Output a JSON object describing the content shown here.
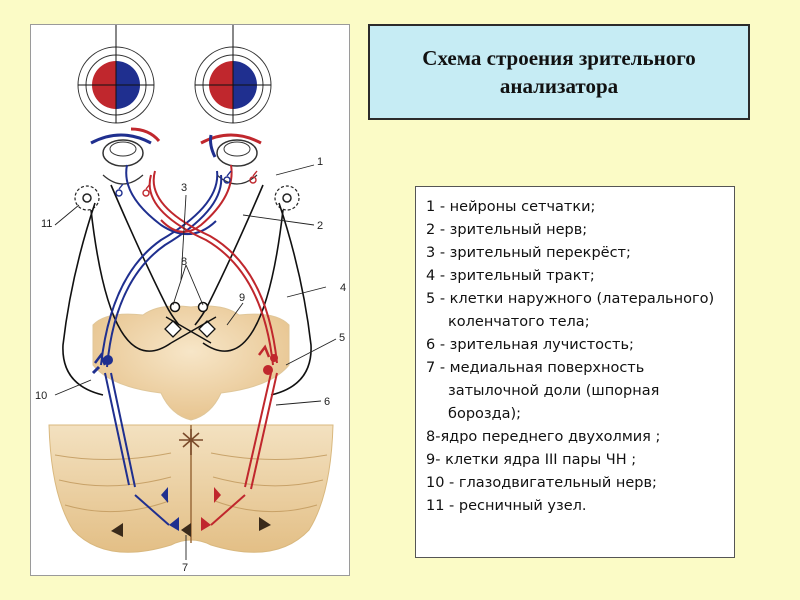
{
  "title": {
    "line1": "Схема строения зрительного",
    "line2": "анализатора"
  },
  "legend": [
    "1 - нейроны сетчатки;",
    "2 - зрительный нерв;",
    "3 - зрительный перекрёст;",
    "4 - зрительный тракт;",
    "5 - клетки наружного (латерального) коленчатого тела;",
    "6 - зрительная лучистость;",
    "7 - медиальная поверхность затылочной доли (шпорная борозда);",
    "8-ядро переднего двухолмия ;",
    "9- клетки ядра III пары ЧН ;",
    "10 - глазодвигательный нерв;",
    "11 - ресничный узел."
  ],
  "callouts": {
    "c1": "1",
    "c2": "2",
    "c3": "3",
    "c4": "4",
    "c5": "5",
    "c6": "6",
    "c7": "7",
    "c8": "8",
    "c9": "9",
    "c10": "10",
    "c11": "11"
  },
  "colors": {
    "red_pathway": "#c0272d",
    "blue_pathway": "#1f2f8f",
    "black_pathway": "#111111",
    "background": "#fbfbc6",
    "title_fill": "#c6ecf4"
  }
}
